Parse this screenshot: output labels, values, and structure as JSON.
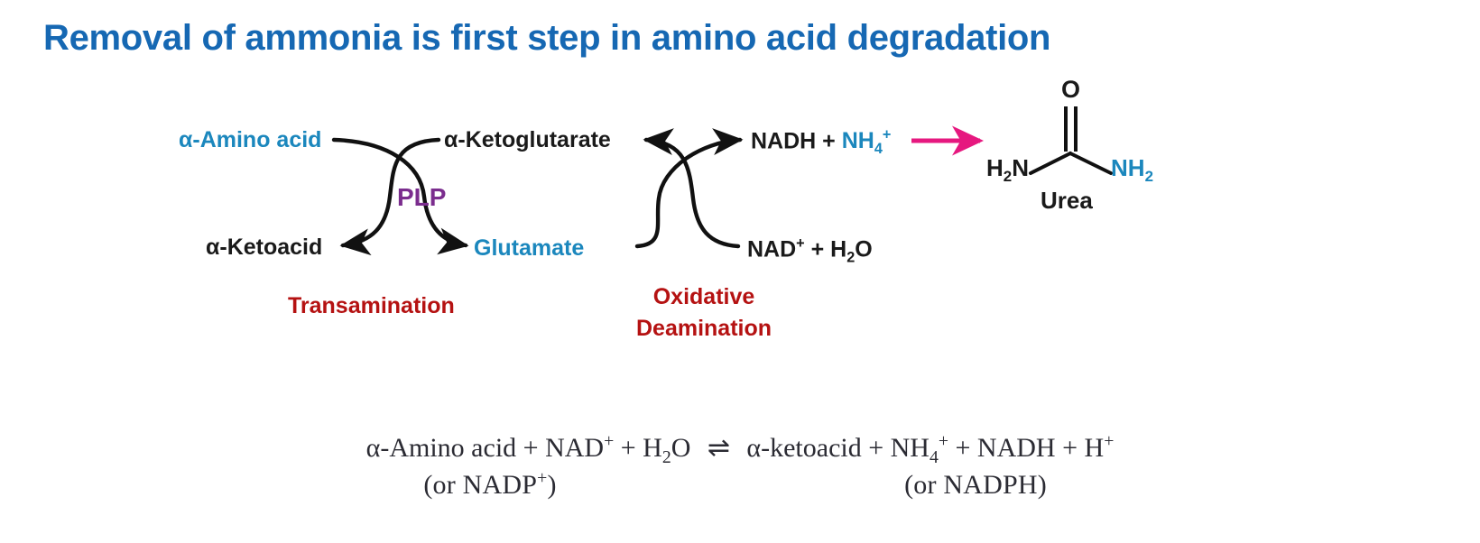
{
  "slide": {
    "title": "Removal of ammonia is first step in amino acid degradation",
    "background": "#ffffff"
  },
  "colors": {
    "title_blue": "#1668b3",
    "label_cyan": "#1b87bd",
    "label_black": "#1a1a1a",
    "plp_purple": "#7b2d8e",
    "process_red": "#b51212",
    "arrow_magenta": "#e6187f"
  },
  "diagram": {
    "transamination": {
      "process_label": "Transamination",
      "cofactor_label": "PLP",
      "substrate_in": "α-Amino acid",
      "substrate_out": "α-Ketoacid",
      "cosubstrate_in": "α-Ketoglutarate",
      "cosubstrate_out": "Glutamate"
    },
    "oxidative_deamination": {
      "process_label_line1": "Oxidative",
      "process_label_line2": "Deamination",
      "reactant_base": "NAD",
      "reactant_charge": "+",
      "reactant_tail": " + H",
      "reactant_tail_sub": "2",
      "reactant_tail_end": "O",
      "product_nadh": "NADH + ",
      "product_ammonium_base": "NH",
      "product_ammonium_sub": "4",
      "product_ammonium_charge": "+"
    },
    "urea": {
      "name": "Urea",
      "oxygen_atom": "O",
      "left_amine": "H",
      "left_amine_sub": "2",
      "left_amine_end": "N",
      "right_amine": "NH",
      "right_amine_sub": "2"
    }
  },
  "equation": {
    "line1": {
      "lhs_alpha": "α-Amino acid + NAD",
      "lhs_charge": "+",
      "lhs_water": " + H",
      "lhs_water_sub": "2",
      "lhs_water_end": "O",
      "arrow": "⇌",
      "rhs_ketoacid": "α-ketoacid + NH",
      "rhs_ammonium_sub": "4",
      "rhs_ammonium_charge": "+",
      "rhs_nadh": " + NADH + H",
      "rhs_proton_charge": "+"
    },
    "line2": {
      "left": "(or NADP",
      "left_charge": "+",
      "left_close": ")",
      "right": "(or NADPH)"
    }
  }
}
